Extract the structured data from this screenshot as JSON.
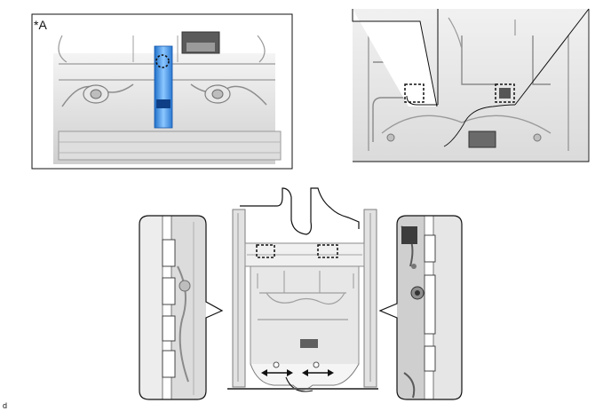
{
  "figure": {
    "panel_a_label": "*A",
    "caption_code": "d"
  },
  "colors": {
    "highlight_blue": "#3a8fe0",
    "outline": "#111111",
    "part_gray": "#c9c9c9"
  },
  "callouts": {
    "top_right_dashed_clips": 2,
    "main_dashed_clips": 2,
    "bottom_arrows": 2
  }
}
